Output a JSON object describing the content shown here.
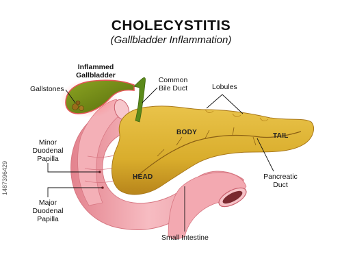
{
  "title": "CHOLECYSTITIS",
  "subtitle": "(Gallbladder Inflammation)",
  "labels": {
    "inflamed_gallbladder": [
      "Inflammed",
      "Gallbladder"
    ],
    "gallstones": "Gallstones",
    "common_bile_duct": [
      "Common",
      "Bile Duct"
    ],
    "lobules": "Lobules",
    "minor_papilla": [
      "Minor",
      "Duodenal",
      "Papilla"
    ],
    "major_papilla": [
      "Major",
      "Duodenal",
      "Papilla"
    ],
    "pancreatic_duct": [
      "Pancreatic",
      "Duct"
    ],
    "small_intestine": "Small Intestine"
  },
  "regions": {
    "body": "BODY",
    "tail": "TAIL",
    "head": "HEAD"
  },
  "stock_id": "1487396429",
  "colors": {
    "pancreas": "#d9ad2c",
    "pancreas_dark": "#b8851b",
    "intestine": "#f2a6ae",
    "intestine_dark": "#d77782",
    "gallbladder": "#6f8b12",
    "bile_duct": "#5b8a1a",
    "inflammation_glow": "#ff6b6b"
  }
}
